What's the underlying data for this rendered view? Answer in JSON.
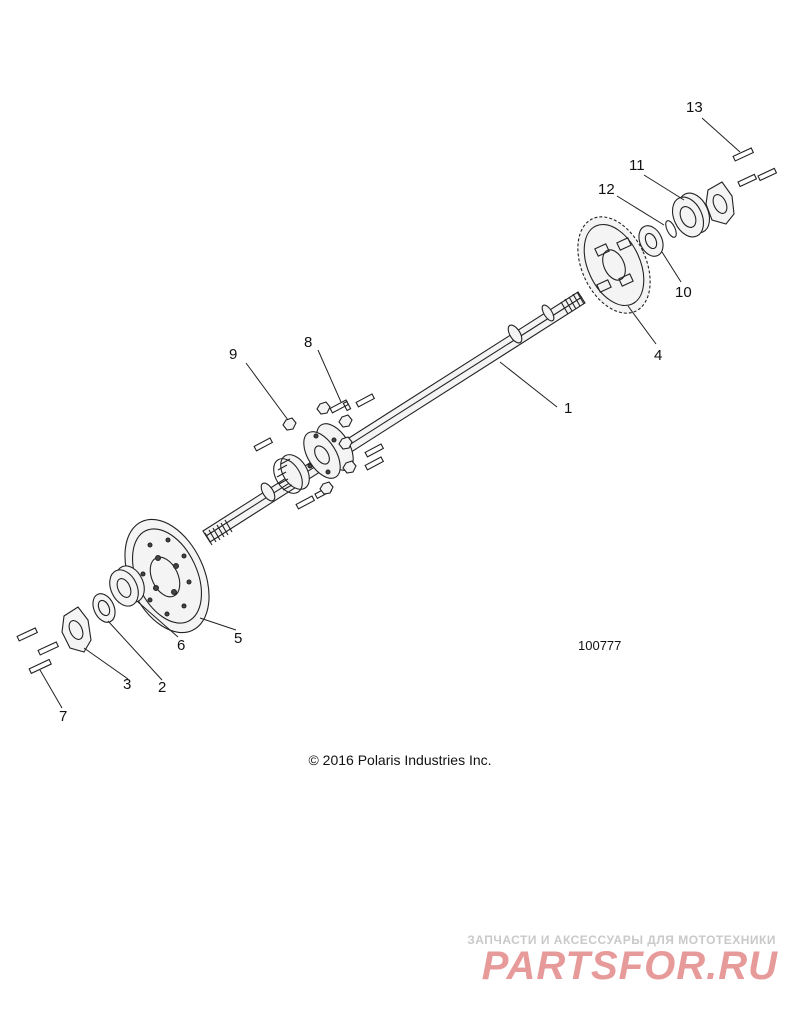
{
  "diagram": {
    "callouts": [
      "1",
      "2",
      "3",
      "4",
      "5",
      "6",
      "7",
      "8",
      "9",
      "10",
      "11",
      "12",
      "13"
    ],
    "drawing_number": "100777",
    "copyright": "© 2016 Polaris Industries Inc."
  },
  "watermark": {
    "tagline": "ЗАПЧАСТИ И АКСЕССУАРЫ ДЛЯ МОТОТЕХНИКИ",
    "brand": "PARTSFOR.RU"
  },
  "colors": {
    "line": "#222222",
    "watermark_red": "#e79a9a",
    "watermark_gray": "#c9c9c9"
  }
}
